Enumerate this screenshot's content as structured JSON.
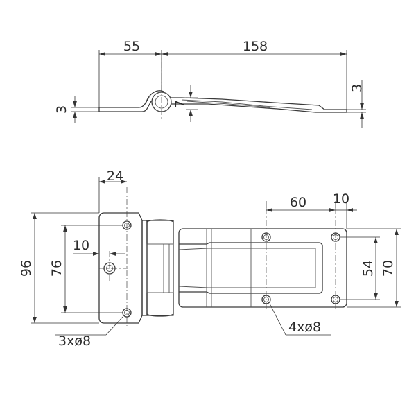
{
  "side_view": {
    "dim_width_short": "55",
    "dim_width_long": "158",
    "dim_thick_left": "3",
    "dim_thick_right": "3",
    "dim_offset": "7"
  },
  "front_view": {
    "dim_leaf_hole_spacing": "24",
    "dim_height_total": "96",
    "dim_height_holes": "76",
    "dim_center_hole_offset": "10",
    "callout_leaf_holes": "3xø8",
    "dim_strap_hole_spacing": "60",
    "dim_strap_end_offset": "10",
    "dim_strap_hole_height": "54",
    "dim_strap_height": "70",
    "callout_strap_holes": "4xø8"
  }
}
